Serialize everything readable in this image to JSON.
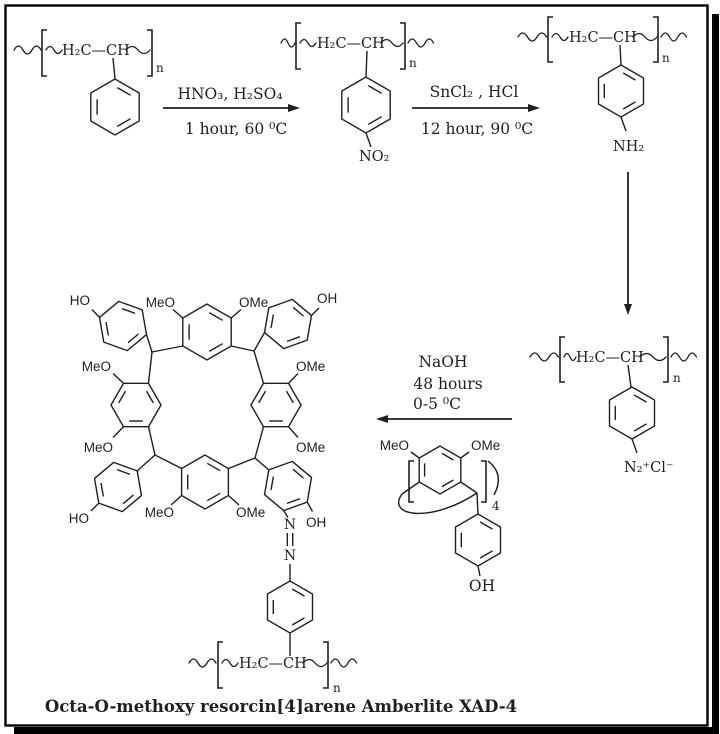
{
  "colors": {
    "ink": "#1f1f1f",
    "background": "#ffffff",
    "frame": "#000000"
  },
  "caption": "Octa-O-methoxy resorcin[4]arene Amberlite XAD-4",
  "polymer": {
    "backbone": "H₂C—CH",
    "n": "n"
  },
  "steps": {
    "step1": {
      "reagents": "HNO₃, H₂SO₄",
      "conditions": "1 hour, 60 ⁰C"
    },
    "step2": {
      "reagents": "SnCl₂ , HCl",
      "conditions": "12 hour, 90 ⁰C"
    },
    "step3": {
      "reagent": "NaOH",
      "duration": "48 hours",
      "temperature": "0-5 ⁰C"
    }
  },
  "groups": {
    "no2": "NO₂",
    "nh2": "NH₂",
    "diazonium": "N₂⁺Cl⁻",
    "meo": "MeO",
    "ome": "OMe",
    "ho": "HO",
    "oh": "OH",
    "n_atom": "N",
    "repeat4": "4"
  }
}
